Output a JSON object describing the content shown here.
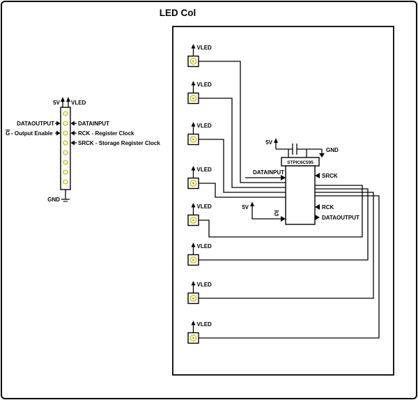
{
  "title": "LED Col",
  "colors": {
    "wire": "#000000",
    "led_fill": "#ffffcc",
    "led_ring": "#b8b400",
    "background": "#ffffff"
  },
  "connector": {
    "top_left_label": "5V",
    "top_right_label": "VLED",
    "dataoutput_label": "DATAOUTPUT",
    "output_enable_g": "G",
    "output_enable_desc": "- Output Enable",
    "datainput_label": "DATAINPUT",
    "rck_label": "RCK - Register Clock",
    "srck_label": "SRCK - Storage Register Clock",
    "gnd_label": "GND"
  },
  "panel": {
    "leds": [
      {
        "label": "VLED"
      },
      {
        "label": "VLED"
      },
      {
        "label": "VLED"
      },
      {
        "label": "VLED"
      },
      {
        "label": "VLED"
      },
      {
        "label": "VLED"
      },
      {
        "label": "VLED"
      },
      {
        "label": "VLED"
      }
    ],
    "chip": {
      "name": "STPIC6C595",
      "top_power_label": "5V",
      "top_gnd_label": "GND",
      "datainput_label": "DATAINPUT",
      "srck_label": "SRCK",
      "rck_label": "RCK",
      "dataoutput_label": "DATAOUTPUT",
      "g_label": "G",
      "g_power_label": "5V"
    }
  }
}
